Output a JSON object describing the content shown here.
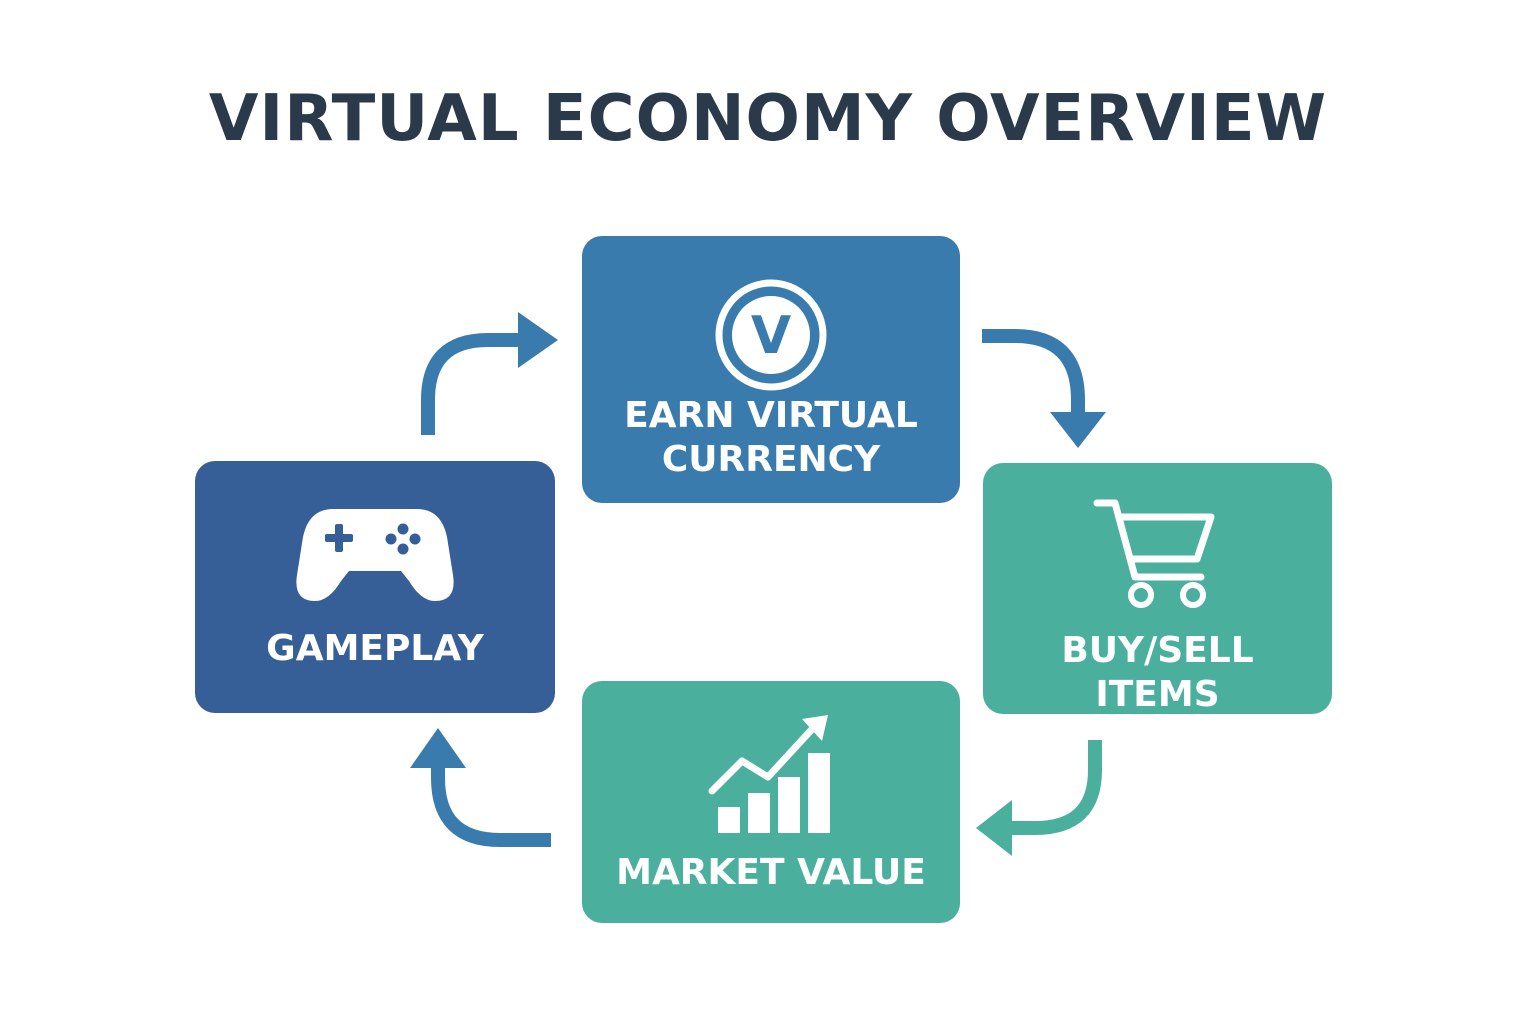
{
  "title": "VIRTUAL ECONOMY OVERVIEW",
  "colors": {
    "title": "#2b3a4a",
    "dark_blue": "#355f96",
    "mid_blue": "#3a7bad",
    "teal": "#4aaf9c",
    "arrow_blue": "#3a7bad",
    "arrow_teal": "#4aaf9c"
  },
  "nodes": {
    "earn": {
      "label_line1": "EARN VIRTUAL",
      "label_line2": "CURRENCY",
      "icon": "v-coin-icon",
      "icon_letter": "V"
    },
    "gameplay": {
      "label": "GAMEPLAY",
      "icon": "gamepad-icon"
    },
    "buysell": {
      "label_line1": "BUY/SELL",
      "label_line2": "ITEMS",
      "icon": "shopping-cart-icon"
    },
    "market": {
      "label": "MARKET VALUE",
      "icon": "bar-chart-trend-icon"
    }
  }
}
